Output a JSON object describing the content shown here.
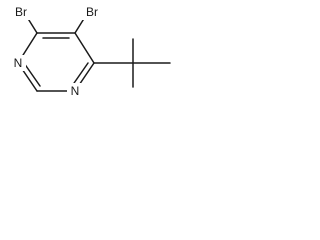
{
  "molecule": {
    "atoms": {
      "br_4": "Br",
      "br_5": "Br",
      "n_3": "N",
      "n_1": "N"
    }
  },
  "colors": {
    "ink": "#1a1a1a",
    "background": "#ffffff"
  }
}
